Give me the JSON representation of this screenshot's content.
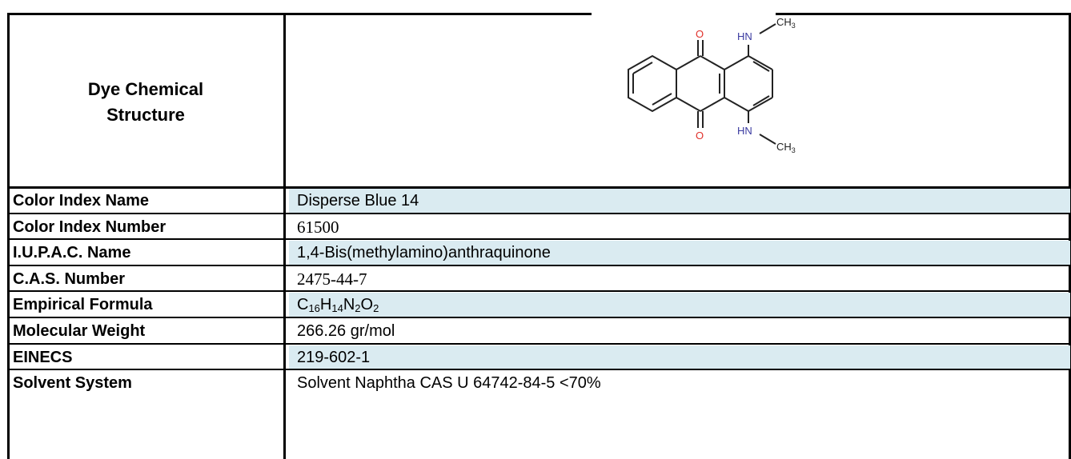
{
  "header": {
    "label_line1": "Dye Chemical",
    "label_line2": "Structure"
  },
  "structure": {
    "atoms": {
      "o_top": "O",
      "o_bottom": "O",
      "hn_top": "HN",
      "hn_bottom": "HN",
      "ch3": "CH",
      "ch3_sub": "3"
    },
    "colors": {
      "oxygen": "#e0302a",
      "nitrogen": "#3a3aa0",
      "bond": "#222222"
    }
  },
  "rows": [
    {
      "label": "Color Index Name",
      "value": "Disperse Blue 14",
      "shaded": true,
      "serif": false
    },
    {
      "label": "Color Index Number",
      "value": "61500",
      "shaded": false,
      "serif": true
    },
    {
      "label": "I.U.P.A.C. Name",
      "value": "1,4-Bis(methylamino)anthraquinone",
      "shaded": true,
      "serif": false
    },
    {
      "label": "C.A.S. Number",
      "value": "2475-44-7",
      "shaded": false,
      "serif": true
    },
    {
      "label": "Empirical Formula",
      "value": "",
      "shaded": true,
      "serif": false
    },
    {
      "label": "Molecular Weight",
      "value": "266.26 gr/mol",
      "shaded": false,
      "serif": false
    },
    {
      "label": "EINECS",
      "value": "219-602-1",
      "shaded": true,
      "serif": false
    },
    {
      "label": "Solvent System",
      "value": "Solvent Naphtha CAS U 64742-84-5 <70%",
      "shaded": false,
      "serif": false
    }
  ],
  "formula": {
    "c": "C",
    "c_n": "16",
    "h": "H",
    "h_n": "14",
    "n": "N",
    "n_n": "2",
    "o": "O",
    "o_n": "2"
  }
}
